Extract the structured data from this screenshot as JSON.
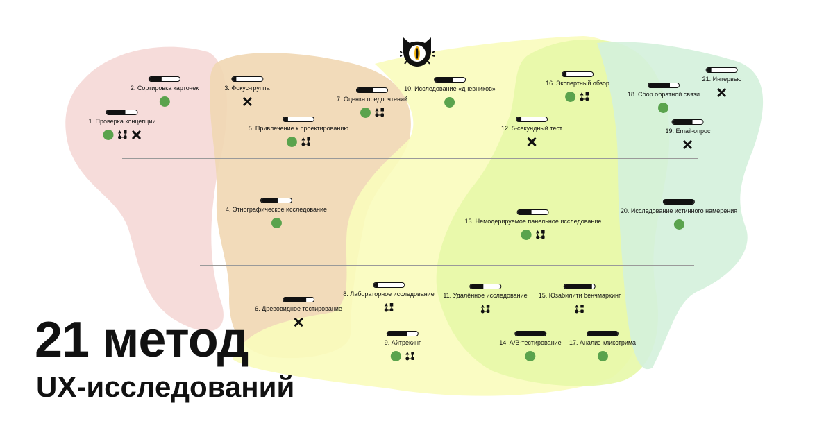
{
  "colors": {
    "pink": "#f5d8d6",
    "orange": "#f1d7b2",
    "yellow": "#f9fcbc",
    "lime": "#e7f8a8",
    "mint": "#d4f1dc",
    "dot": "#5aa34d",
    "ink": "#111111"
  },
  "title": {
    "main": "21 метод",
    "sub": "UX-исследований"
  },
  "logo_icon": "cat-eye-logo-icon",
  "methods": [
    {
      "id": "m1",
      "label": "1. Проверка концепции",
      "level": 0.6,
      "icons": [
        "dot",
        "shapes",
        "x"
      ]
    },
    {
      "id": "m2",
      "label": "2. Сортировка карточек",
      "level": 0.4,
      "icons": [
        "dot"
      ]
    },
    {
      "id": "m3",
      "label": "3. Фокус-группа",
      "level": 0.15,
      "icons": [
        "x"
      ]
    },
    {
      "id": "m4",
      "label": "4. Этнографическое исследование",
      "level": 0.55,
      "icons": [
        "dot"
      ]
    },
    {
      "id": "m5",
      "label": "5. Привлечение к проектированию",
      "level": 0.15,
      "icons": [
        "dot",
        "shapes"
      ]
    },
    {
      "id": "m6",
      "label": "6. Древовидное тестирование",
      "level": 0.75,
      "icons": [
        "x"
      ]
    },
    {
      "id": "m7",
      "label": "7. Оценка предпочтений",
      "level": 0.55,
      "icons": [
        "dot",
        "shapes"
      ]
    },
    {
      "id": "m8",
      "label": "8. Лабораторное исследование",
      "level": 0.15,
      "icons": [
        "shapes"
      ]
    },
    {
      "id": "m9",
      "label": "9. Айтрекинг",
      "level": 0.65,
      "icons": [
        "dot",
        "shapes"
      ]
    },
    {
      "id": "m10",
      "label": "10. Исследование «дневников»",
      "level": 0.6,
      "icons": [
        "dot"
      ]
    },
    {
      "id": "m11",
      "label": "11. Удалённое исследование",
      "level": 0.45,
      "icons": [
        "shapes"
      ]
    },
    {
      "id": "m12",
      "label": "12. 5-секундный тест",
      "level": 0.15,
      "icons": [
        "x"
      ]
    },
    {
      "id": "m13",
      "label": "13. Немодерируемое панельное исследование",
      "level": 0.45,
      "icons": [
        "dot",
        "shapes"
      ]
    },
    {
      "id": "m14",
      "label": "14. A/B-тестирование",
      "level": 1.0,
      "icons": [
        "dot"
      ]
    },
    {
      "id": "m15",
      "label": "15. Юзабилити бенчмаркинг",
      "level": 0.9,
      "icons": [
        "shapes"
      ]
    },
    {
      "id": "m16",
      "label": "16. Экспертный обзор",
      "level": 0.15,
      "icons": [
        "dot",
        "shapes"
      ]
    },
    {
      "id": "m17",
      "label": "17. Анализ кликстрима",
      "level": 1.0,
      "icons": [
        "dot"
      ]
    },
    {
      "id": "m18",
      "label": "18. Сбор обратной связи",
      "level": 0.7,
      "icons": [
        "dot"
      ]
    },
    {
      "id": "m19",
      "label": "19. Email-опрос",
      "level": 0.65,
      "icons": [
        "x"
      ]
    },
    {
      "id": "m20",
      "label": "20. Исследование истинного намерения",
      "level": 1.0,
      "icons": [
        "dot"
      ]
    },
    {
      "id": "m21",
      "label": "21. Интервью",
      "level": 0.15,
      "icons": [
        "x"
      ]
    }
  ]
}
